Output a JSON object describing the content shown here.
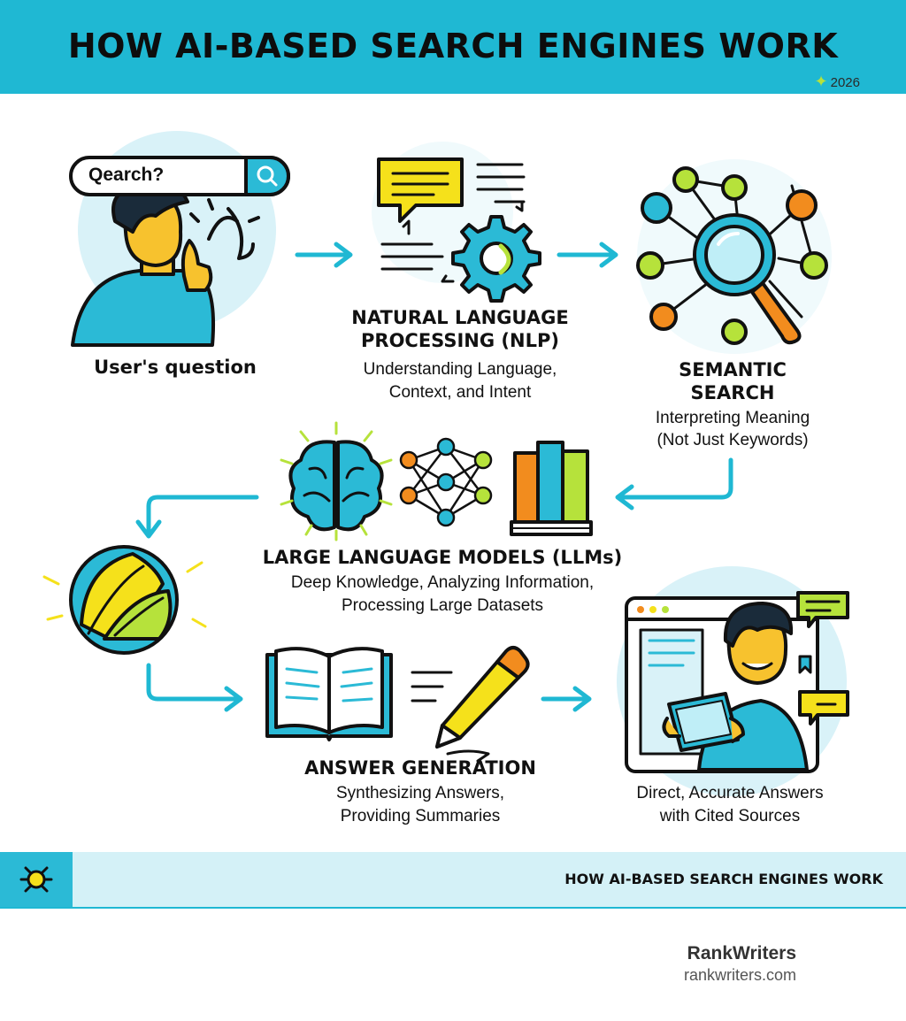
{
  "header": {
    "title": "HOW AI-BASED SEARCH ENGINES WORK",
    "year": "2026"
  },
  "steps": {
    "user": {
      "label": "User's question",
      "search_text": "Qearch?"
    },
    "nlp": {
      "title_line1": "NATURAL LANGUAGE",
      "title_line2": "PROCESSING (NLP)",
      "desc_line1": "Understanding Language,",
      "desc_line2": "Context, and Intent"
    },
    "semantic": {
      "title_line1": "SEMANTIC",
      "title_line2": "SEARCH",
      "desc_line1": "Interpreting Meaning",
      "desc_line2": "(Not Just Keywords)"
    },
    "llm": {
      "title": "LARGE LANGUAGE MODELS (LLMs)",
      "desc_line1": "Deep Knowledge, Analyzing Information,",
      "desc_line2": "Processing Large Datasets"
    },
    "answer": {
      "title": "ANSWER GENERATION",
      "desc_line1": "Synthesizing Answers,",
      "desc_line2": "Providing Summaries"
    },
    "result": {
      "desc_line1": "Direct, Accurate Answers",
      "desc_line2": "with Cited Sources"
    }
  },
  "footer": {
    "text": "HOW AI-BASED SEARCH ENGINES WORK",
    "brand": "RankWriters",
    "url": "rankwriters.com"
  },
  "colors": {
    "accent": "#1fb8d3",
    "lime": "#b6e23b",
    "orange": "#f28c1e",
    "yellow": "#f5e11b",
    "ink": "#111111",
    "skin": "#f7c22e"
  },
  "icons": [
    "search-icon",
    "person-thinking-icon",
    "chat-bubble-icon",
    "gear-icon",
    "network-magnifier-icon",
    "brain-icon",
    "neural-network-icon",
    "books-icon",
    "leaf-icon",
    "open-book-icon",
    "pencil-icon",
    "browser-person-icon",
    "bug-icon"
  ]
}
